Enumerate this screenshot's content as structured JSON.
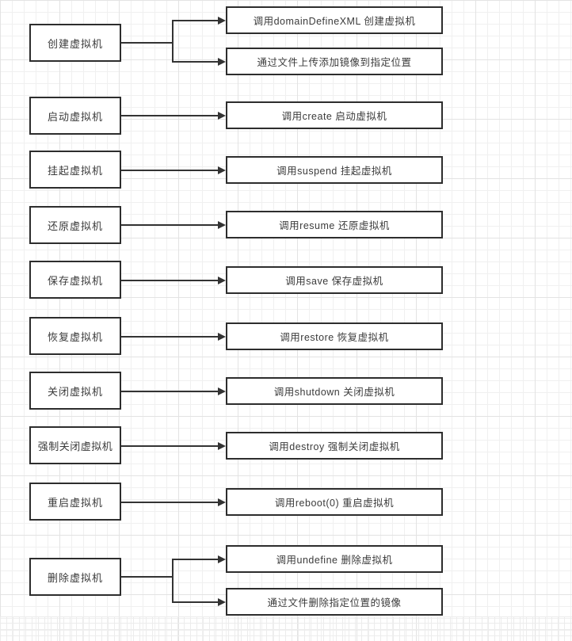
{
  "flowchart": {
    "title": "libvirt-vm-operations-flowchart",
    "rows": [
      {
        "source": "创建虚拟机",
        "targets": [
          "调用domainDefineXML 创建虚拟机",
          "通过文件上传添加镜像到指定位置"
        ]
      },
      {
        "source": "启动虚拟机",
        "targets": [
          "调用create 启动虚拟机"
        ]
      },
      {
        "source": "挂起虚拟机",
        "targets": [
          "调用suspend 挂起虚拟机"
        ]
      },
      {
        "source": "还原虚拟机",
        "targets": [
          "调用resume 还原虚拟机"
        ]
      },
      {
        "source": "保存虚拟机",
        "targets": [
          "调用save 保存虚拟机"
        ]
      },
      {
        "source": "恢复虚拟机",
        "targets": [
          "调用restore 恢复虚拟机"
        ]
      },
      {
        "source": "关闭虚拟机",
        "targets": [
          "调用shutdown 关闭虚拟机"
        ]
      },
      {
        "source": "强制关闭虚拟机",
        "targets": [
          "调用destroy 强制关闭虚拟机"
        ]
      },
      {
        "source": "重启虚拟机",
        "targets": [
          "调用reboot(0) 重启虚拟机"
        ]
      },
      {
        "source": "删除虚拟机",
        "targets": [
          "调用undefine 删除虚拟机",
          "通过文件删除指定位置的镜像"
        ]
      }
    ],
    "colors": {
      "line": "#333333",
      "box_border": "#2d2d2d",
      "box_fill": "#ffffff",
      "text": "#3b3b3b",
      "grid_minor": "#f0f0f0",
      "grid_major": "#e3e3e3",
      "background": "#ffffff"
    }
  }
}
